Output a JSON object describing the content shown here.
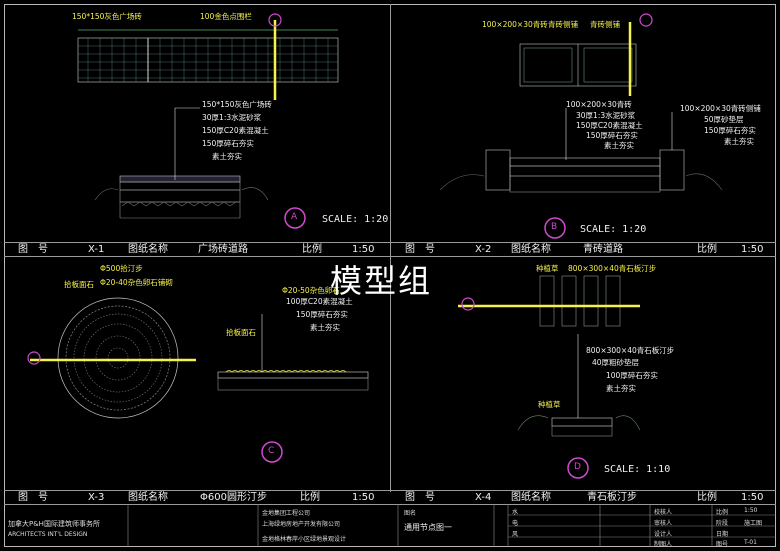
{
  "watermark": "模型组",
  "panels": {
    "a": {
      "marker": "A",
      "scale": "SCALE: 1:20",
      "top_labels": [
        "150*150灰色广场砖",
        "100金色点围栏"
      ],
      "layers": [
        "150*150灰色广场砖",
        "30厚1:3水泥砂浆",
        "150厚C20素混凝土",
        "150厚碎石夯实",
        "素土夯实"
      ],
      "strip": {
        "code_label": "图　号",
        "code": "X-1",
        "name_label": "图纸名称",
        "name": "广场砖道路",
        "ratio_label": "比例",
        "ratio": "1:50"
      }
    },
    "b": {
      "marker": "B",
      "scale": "SCALE: 1:20",
      "top_labels": [
        "100×200×30青砖",
        "青砖侧铺",
        "青砖侧铺"
      ],
      "layers_left": [
        "100×200×30青砖",
        "30厚1:3水泥砂浆",
        "150厚C20素混凝土",
        "150厚碎石夯实",
        "素土夯实"
      ],
      "layers_right": [
        "100×200×30青砖侧铺",
        "50厚砂垫层",
        "150厚碎石夯实",
        "素土夯实"
      ],
      "strip": {
        "code_label": "图　号",
        "code": "X-2",
        "name_label": "图纸名称",
        "name": "青砖道路",
        "ratio_label": "比例",
        "ratio": "1:50"
      }
    },
    "c": {
      "marker": "C",
      "top_labels": [
        "Φ500拾汀步",
        "拾板面石",
        "Φ20-40杂色卵石铺砌"
      ],
      "layers": [
        "Φ20-50杂色卵石",
        "100厚C20素混凝土",
        "150厚碎石夯实",
        "素土夯实"
      ],
      "side_label": "拾板面石",
      "strip": {
        "code_label": "图　号",
        "code": "X-3",
        "name_label": "图纸名称",
        "name": "Φ600圆形汀步",
        "ratio_label": "比例",
        "ratio": "1:50"
      }
    },
    "d": {
      "marker": "D",
      "scale": "SCALE: 1:10",
      "top_labels": [
        "种植草",
        "800×300×40青石板汀步"
      ],
      "layers": [
        "800×300×40青石板汀步",
        "40厚粗砂垫层",
        "100厚碎石夯实",
        "素土夯实"
      ],
      "side_label": "种植草",
      "strip": {
        "code_label": "图　号",
        "code": "X-4",
        "name_label": "图纸名称",
        "name": "青石板汀步",
        "ratio_label": "比例",
        "ratio": "1:50"
      }
    }
  },
  "title_block": {
    "firm_cn": "加拿大P&H国际建筑师事务所",
    "firm_en": "ARCHITECTS INT'L DESIGN",
    "client_cn": "上海绿地房地产开发有限公司",
    "project": "金地集团工程公司",
    "project2": "金地格林春岸小区绿地景观设计",
    "drawing_title_label": "图名",
    "drawing_title": "通用节点图一",
    "roles": [
      "校核人",
      "审核人",
      "设计人",
      "制图人"
    ],
    "meta_labels": [
      "比例",
      "阶段",
      "日期",
      "图号"
    ],
    "meta_values": [
      "1:50",
      "施工图",
      "",
      "T-01"
    ],
    "left_stack": [
      "水",
      "电",
      "风"
    ]
  }
}
